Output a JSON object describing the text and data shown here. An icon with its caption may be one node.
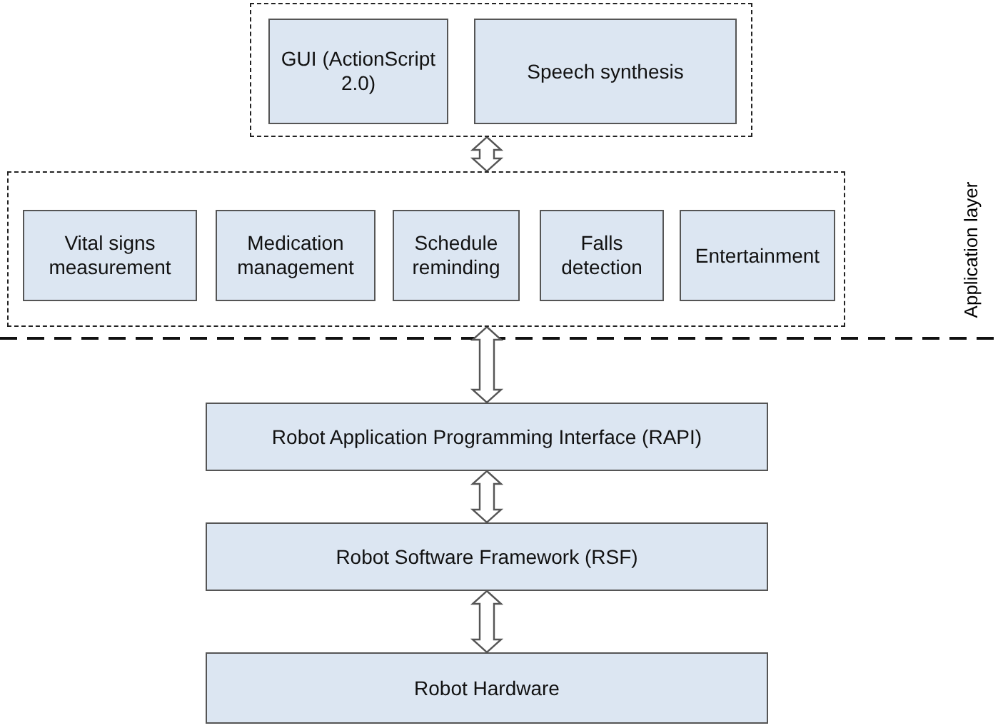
{
  "diagram": {
    "nodes": [
      {
        "text": [],
        "shape": "box"
      },
      {
        "text": [
          "GUI (ActionScript 2.0)"
        ],
        "in": 0
      },
      {
        "text": [
          "Speech synthesis"
        ],
        "in": 0
      },
      {
        "text": [],
        "shape": "box"
      },
      {
        "text": [
          "Vital signs measurement"
        ],
        "in": 3
      },
      {
        "text": [
          "Medication management"
        ],
        "in": 3
      },
      {
        "text": [
          "Schedule reminding"
        ],
        "in": 3
      },
      {
        "text": [
          "Falls detection"
        ],
        "in": 3
      },
      {
        "text": [
          "Entertainment"
        ],
        "in": 3
      },
      {
        "text": [
          "Robot Application Programming Interface (RAPI)"
        ]
      },
      {
        "text": [
          "Robot Software Framework (RSF)"
        ]
      },
      {
        "text": [
          "Robot Hardware"
        ]
      }
    ],
    "edges": [
      {
        "from": 0,
        "to": 3,
        "arrow": "both"
      },
      {
        "from": 3,
        "to": 9,
        "arrow": "both"
      },
      {
        "from": 9,
        "to": 10,
        "arrow": "both"
      },
      {
        "from": 10,
        "to": 11,
        "arrow": "both"
      }
    ],
    "labels": [
      "Application layer"
    ]
  }
}
